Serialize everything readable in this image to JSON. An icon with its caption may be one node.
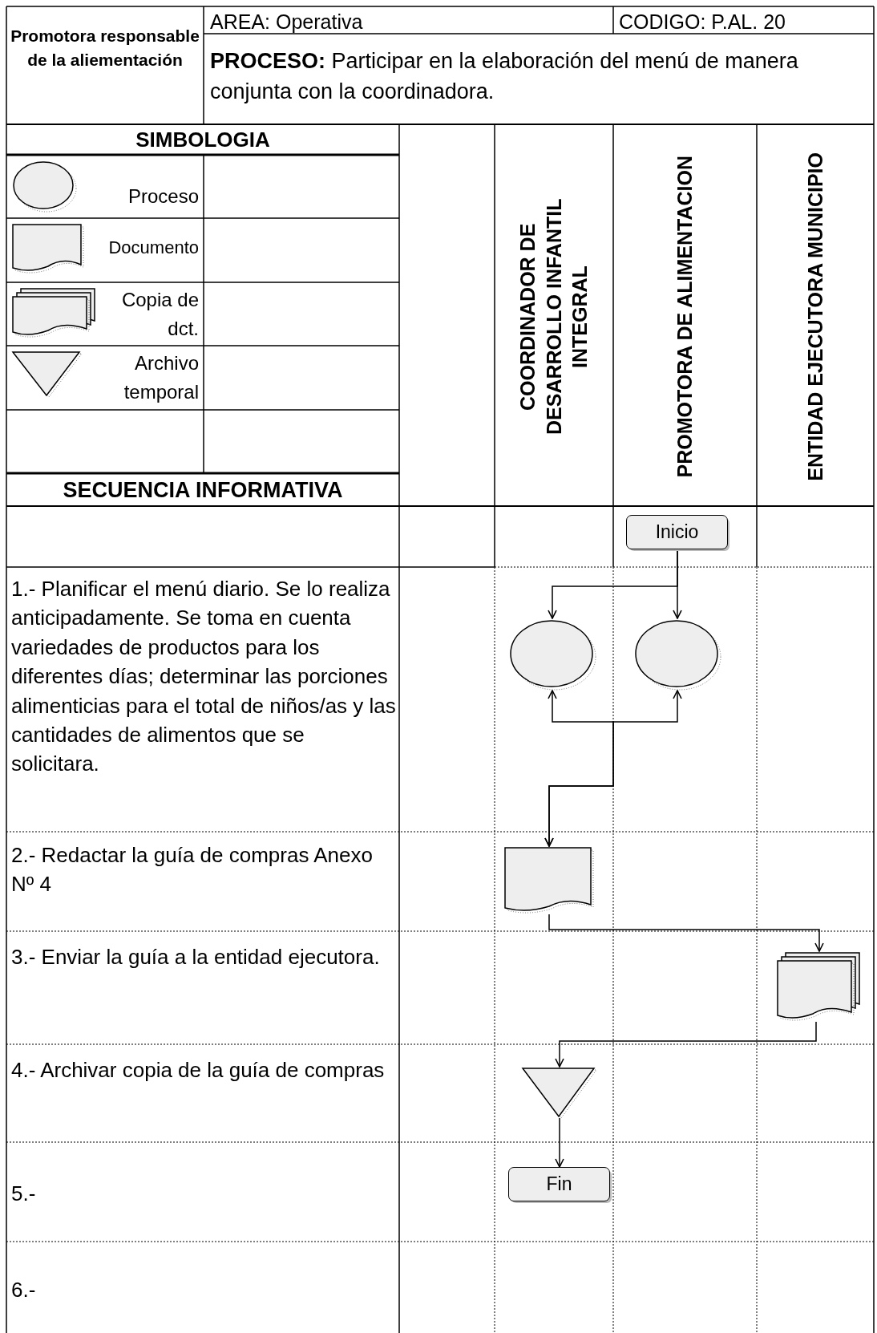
{
  "diagram": {
    "nodes": [
      {
        "text": [
          "Inicio"
        ]
      },
      {
        "text": [],
        "shape": "circle"
      },
      {
        "text": [],
        "shape": "circle"
      },
      {
        "text": [],
        "shape": "document"
      },
      {
        "text": [],
        "shape": "document"
      },
      {
        "text": [],
        "shape": "triangle"
      },
      {
        "text": [
          "Fin"
        ]
      }
    ],
    "edges": [
      {
        "from": 0,
        "to": 1,
        "arrow": "to"
      },
      {
        "from": 0,
        "to": 2,
        "arrow": "to"
      },
      {
        "from": 1,
        "to": 3,
        "arrow": "both"
      },
      {
        "from": 2,
        "to": 3,
        "arrow": "both"
      },
      {
        "from": 3,
        "to": 4,
        "arrow": "to"
      },
      {
        "from": 4,
        "to": 5,
        "arrow": "to"
      },
      {
        "from": 5,
        "to": 6,
        "arrow": "to"
      }
    ],
    "labels": [
      "Promotora responsable de la aliementación",
      "AREA: Operativa",
      "CODIGO: P.AL. 20",
      "**PROCESO:** Participar en la elaboración del menú de manera conjunta con la coordinadora.",
      "SIMBOLOGIA",
      "SECUENCIA INFORMATIVA",
      "COORDINADOR DE DESARROLLO INFANTIL INTEGRAL",
      "PROMOTORA DE ALIMENTACION",
      "ENTIDAD EJECUTORA MUNICIPIO",
      "1.- Planificar el menú diario. Se lo realiza anticipadamente. Se toma en cuenta variedades de productos para los diferentes días; determinar las porciones alimenticias para el total de niños/as y las cantidades de alimentos que se solicitara.",
      "2.- Redactar la guía de compras Anexo Nº 4",
      "3.- Enviar la guía a la entidad ejecutora.",
      "4.- Archivar copia de la guía de compras",
      "5.-",
      "6.-"
    ],
    "legend": [
      {
        "text": "Proceso"
      },
      {
        "text": "Documento"
      },
      {
        "text": "Copia de dct."
      },
      {
        "text": "Archivo temporal"
      }
    ]
  }
}
